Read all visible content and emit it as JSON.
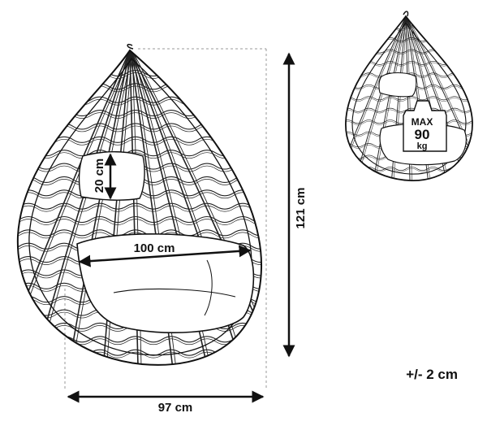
{
  "dimensions": {
    "height": "121 cm",
    "width": "97 cm",
    "seat_width": "100 cm",
    "pillow_height": "20 cm",
    "tolerance": "+/- 2 cm"
  },
  "weight_badge": {
    "line1": "MAX",
    "line2": "90",
    "line3": "kg"
  },
  "colors": {
    "line": "#111111",
    "guide": "#9a9a9a",
    "background": "#ffffff"
  }
}
